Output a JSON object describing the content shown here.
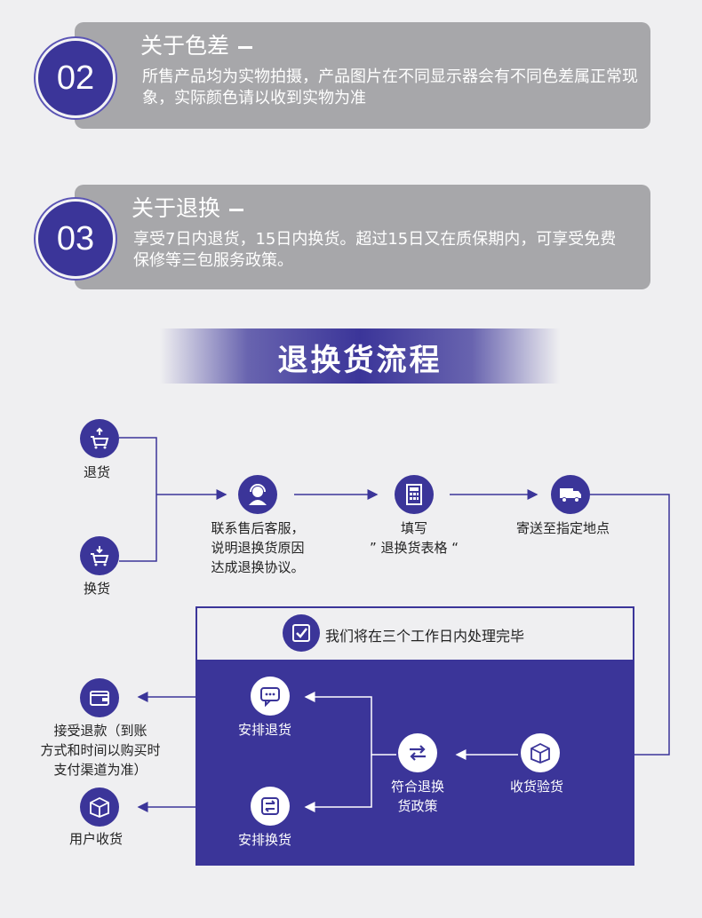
{
  "cards": [
    {
      "number": "02",
      "title": "关于色差",
      "text": "所售产品均为实物拍摄，产品图片在不同显示器会有不同色差属正常现象，实际颜色请以收到实物为准"
    },
    {
      "number": "03",
      "title": "关于退换",
      "text": "享受7日内退货，15日内换货。超过15日又在质保期内，可享受免费保修等三包服务政策。"
    }
  ],
  "banner": {
    "title": "退换货流程"
  },
  "flow": {
    "return_label": "退货",
    "exchange_label": "换货",
    "contact_label_1": "联系售后客服，",
    "contact_label_2": "说明退换货原因",
    "contact_label_3": "达成退换协议。",
    "fill_label_1": "填写",
    "fill_label_2": "” 退换货表格 “",
    "ship_label": "寄送至指定地点",
    "process_text": "我们将在三个工作日内处理完毕",
    "arrange_return_label": "安排退货",
    "arrange_exchange_label": "安排换货",
    "policy_label_1": "符合退换",
    "policy_label_2": "货政策",
    "receive_check_label": "收货验货",
    "refund_label_1": "接受退款（到账",
    "refund_label_2": "方式和时间以购买时",
    "refund_label_3": "支付渠道为准）",
    "user_receive_label": "用户收货"
  },
  "colors": {
    "accent": "#3b3599",
    "card": "#a7a7aa",
    "background": "#efeff1"
  }
}
